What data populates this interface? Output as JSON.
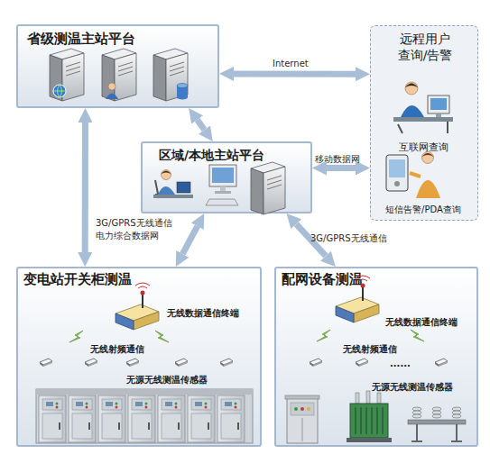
{
  "diagram": {
    "nodes": [
      {
        "text": [
          "省级测温主站平台"
        ]
      },
      {
        "text": [
          "远程用户 查询/告警",
          "互联网查询",
          "短信告警/PDA查询"
        ]
      },
      {
        "text": [
          "区域/本地主站平台"
        ]
      },
      {
        "text": [
          "变电站开关柜测温",
          "无线数据通信终端",
          "无线射频通信",
          "无源无线测温传感器"
        ]
      },
      {
        "text": [
          "配网设备测温",
          "无线数据通信终端",
          "无线射频通信",
          "......",
          "无源无线测温传感器"
        ]
      }
    ],
    "edges": [
      {
        "from": 0,
        "to": 1,
        "arrow": "both",
        "label": "Internet"
      },
      {
        "from": 0,
        "to": 2,
        "arrow": "both"
      },
      {
        "from": 0,
        "to": 3,
        "arrow": "both"
      },
      {
        "from": 2,
        "to": 1,
        "arrow": "both",
        "label": "移动数据网"
      },
      {
        "from": 2,
        "to": 3,
        "arrow": "both",
        "label": "3G/GPRS无线通信 电力综合数据网"
      },
      {
        "from": 2,
        "to": 4,
        "arrow": "both",
        "label": "3G/GPRS无线通信"
      }
    ]
  }
}
